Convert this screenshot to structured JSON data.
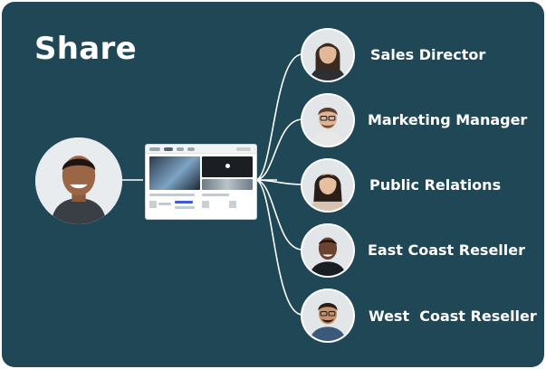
{
  "title": "Share",
  "sharer": {
    "avatar_icon": "person-avatar-icon"
  },
  "document": {
    "icon": "document-preview-icon"
  },
  "recipients": [
    {
      "label": "Sales Director",
      "avatar_icon": "person-avatar-icon"
    },
    {
      "label": "Marketing Manager",
      "avatar_icon": "person-avatar-icon"
    },
    {
      "label": "Public Relations",
      "avatar_icon": "person-avatar-icon"
    },
    {
      "label": "East Coast Reseller",
      "avatar_icon": "person-avatar-icon"
    },
    {
      "label": "West  Coast Reseller",
      "avatar_icon": "person-avatar-icon"
    }
  ],
  "colors": {
    "background": "#1f4756",
    "text": "#ffffff",
    "connector": "#ffffff"
  }
}
